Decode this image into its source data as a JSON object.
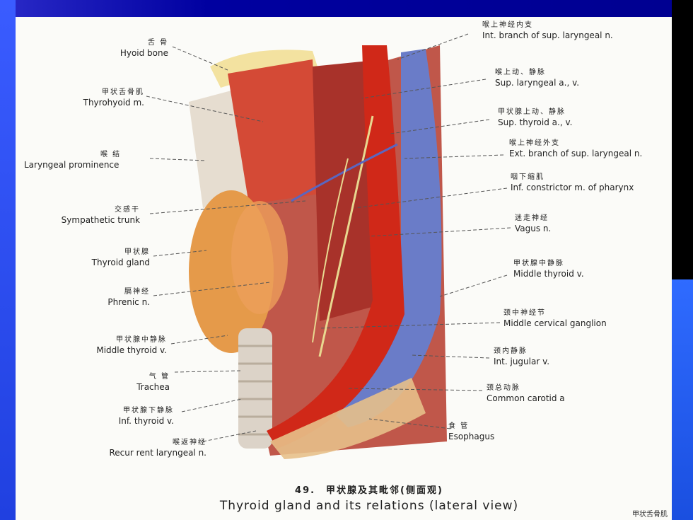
{
  "left_labels": [
    {
      "zh": "舌 骨",
      "en": "Hyoid bone"
    },
    {
      "zh": "甲状舌骨肌",
      "en": "Thyrohyoid m."
    },
    {
      "zh": "喉 结",
      "en": "Laryngeal prominence"
    },
    {
      "zh": "交感干",
      "en": "Sympathetic trunk"
    },
    {
      "zh": "甲状腺",
      "en": "Thyroid gland"
    },
    {
      "zh": "膈神经",
      "en": "Phrenic n."
    },
    {
      "zh": "甲状腺中静脉",
      "en": "Middle thyroid v."
    },
    {
      "zh": "气 管",
      "en": "Trachea"
    },
    {
      "zh": "甲状腺下静脉",
      "en": "Inf. thyroid v."
    },
    {
      "zh": "喉返神经",
      "en": "Recur rent laryngeal n."
    }
  ],
  "right_labels": [
    {
      "zh": "喉上神经内支",
      "en": "Int. branch of sup. laryngeal n."
    },
    {
      "zh": "喉上动、静脉",
      "en": "Sup. laryngeal a., v."
    },
    {
      "zh": "甲状腺上动、静脉",
      "en": "Sup. thyroid a., v."
    },
    {
      "zh": "喉上神经外支",
      "en": "Ext. branch of sup. laryngeal n."
    },
    {
      "zh": "咽下缩肌",
      "en": "Inf. constrictor m. of pharynx"
    },
    {
      "zh": "迷走神经",
      "en": "Vagus n."
    },
    {
      "zh": "甲状腺中静脉",
      "en": "Middle thyroid v."
    },
    {
      "zh": "颈中神经节",
      "en": "Middle cervical ganglion"
    },
    {
      "zh": "颈内静脉",
      "en": "Int. jugular v."
    },
    {
      "zh": "颈总动脉",
      "en": "Common carotid a"
    },
    {
      "zh": "食 管",
      "en": "Esophagus"
    }
  ],
  "title": {
    "zh": "49.　甲状腺及其毗邻(侧面观)",
    "en": "Thyroid gland and its relations (lateral view)"
  },
  "corner_text": "甲状舌骨肌",
  "colors": {
    "slide_blue": "#0000b8",
    "muscle": "#c83a2a",
    "artery": "#d02818",
    "vein": "#6a7cc8",
    "thyroid": "#e59a4a",
    "nerve": "#e8d890",
    "bone": "#f3e2a0"
  }
}
